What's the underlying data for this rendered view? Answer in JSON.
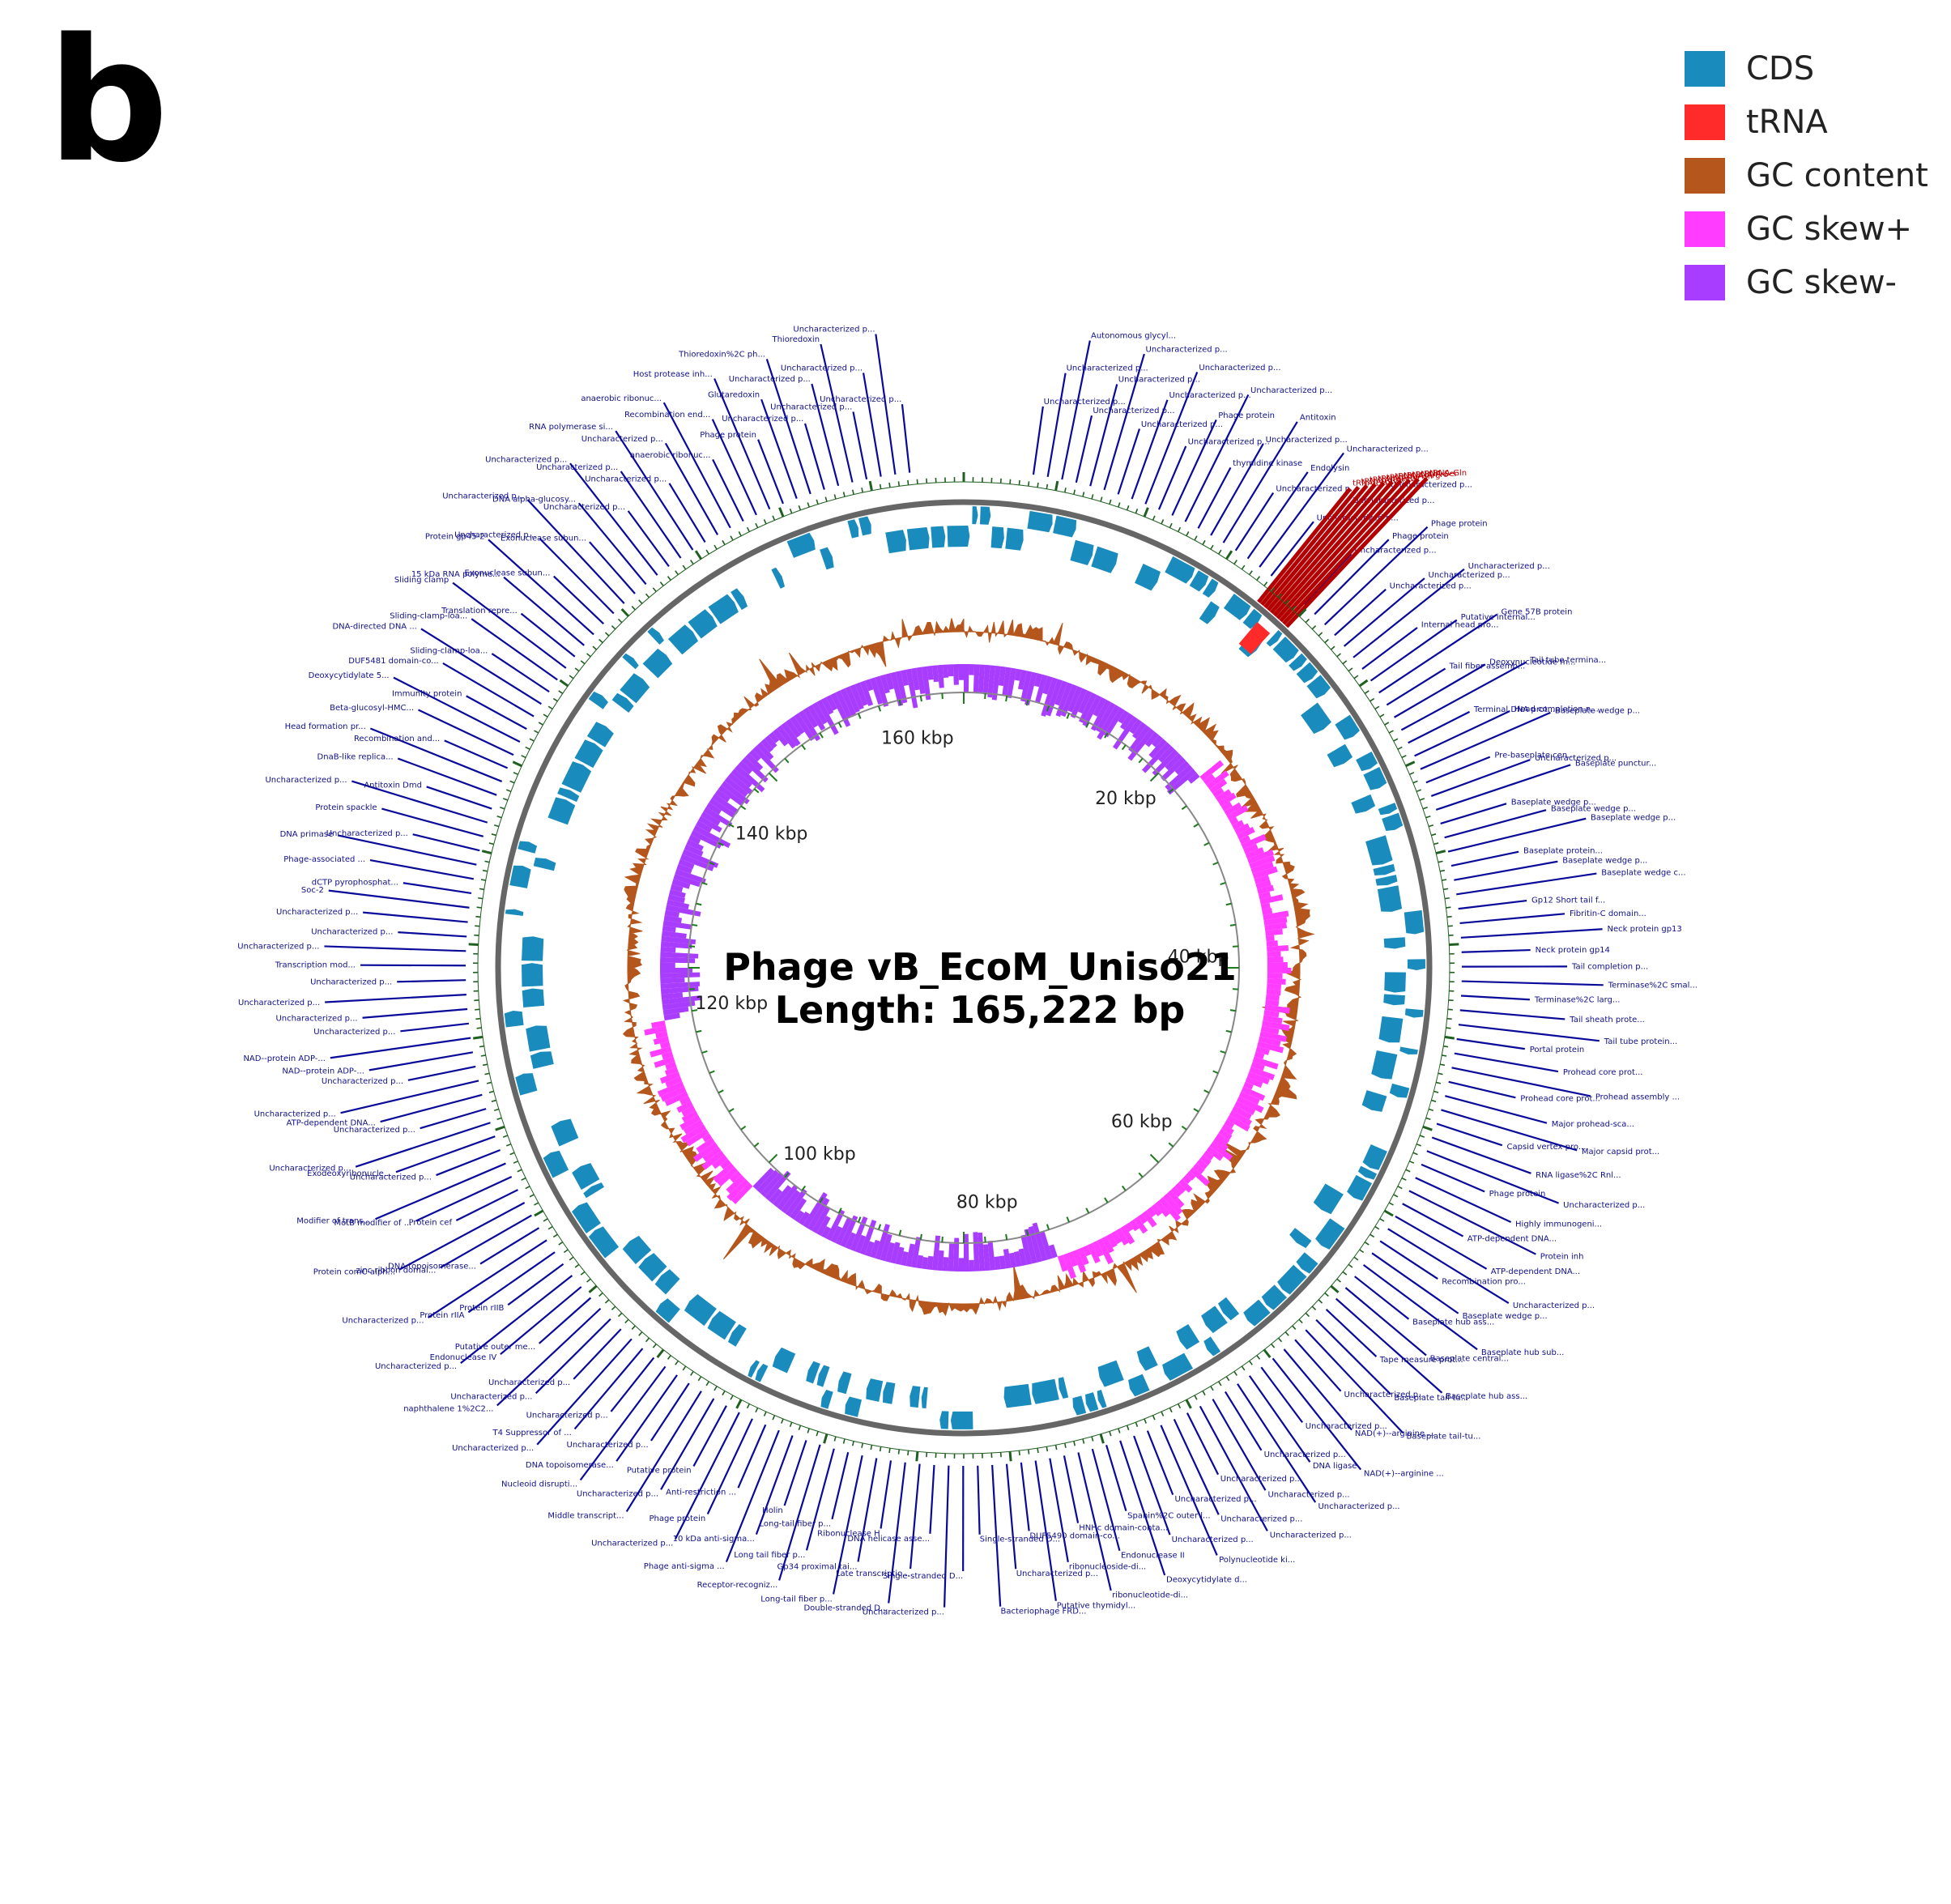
{
  "panel_letter": "b",
  "title": "Phage vB_EcoM_Uniso21",
  "length_label": "Length: 165,222 bp",
  "legend": [
    {
      "label": "CDS",
      "color": "#1a8bbd"
    },
    {
      "label": "tRNA",
      "color": "#ff2a2a"
    },
    {
      "label": "GC content",
      "color": "#b5561c"
    },
    {
      "label": "GC skew+",
      "color": "#ff3cff"
    },
    {
      "label": "GC skew-",
      "color": "#a83cff"
    }
  ],
  "colors": {
    "cds": "#1a8bbd",
    "trna": "#ff2a2a",
    "trna_label_band": "#b30000",
    "gc_content": "#b5561c",
    "gc_skew_plus": "#ff3cff",
    "gc_skew_minus": "#a83cff",
    "backbone": "#666666",
    "ticks": "#1f5f1f",
    "gene_lines": "#0a0a9a"
  },
  "genome_length_bp": 165222,
  "scale_labels": [
    "20 kbp",
    "40 kbp",
    "60 kbp",
    "80 kbp",
    "100 kbp",
    "120 kbp",
    "140 kbp",
    "160 kbp"
  ],
  "trna_labels": [
    "tRNA-Leu",
    "tRNA-Gly",
    "tRNA-Thr",
    "tRNA-Ile2",
    "tRNA-Tyr",
    "tRNA-Asn",
    "tRNA-Arg",
    "tRNA-Pro",
    "tRNA-Ser",
    "tRNA-Gln"
  ],
  "gene_labels": [
    "Uncharacterized p...",
    "Uncharacterized p...",
    "Autonomous glycyl...",
    "Uncharacterized p...",
    "Uncharacterized p...",
    "Uncharacterized p...",
    "Uncharacterized p...",
    "Uncharacterized p...",
    "Uncharacterized p...",
    "Uncharacterized p...",
    "Phage protein",
    "Uncharacterized p...",
    "thymidine kinase",
    "Uncharacterized p...",
    "Antitoxin",
    "Uncharacterized p...",
    "Endolysin",
    "Uncharacterized p...",
    "Uncharacterized p...",
    "Uncharacterized p...",
    "Uncharacterized p...",
    "Uncharacterized p...",
    "Phage protein",
    "Phage protein",
    "Uncharacterized p...",
    "Uncharacterized p...",
    "Uncharacterized p...",
    "Internal head pro...",
    "Putative internal...",
    "Gene 57B protein",
    "Tail fiber assemb...",
    "Deoxynucleotide m...",
    "Tail tube termina...",
    "Terminal DNA prot...",
    "Head completion n...",
    "Baseplate wedge p...",
    "Pre-baseplate cen...",
    "Uncharacterized p...",
    "Baseplate punctur...",
    "Baseplate wedge p...",
    "Baseplate wedge p...",
    "Baseplate wedge p...",
    "Baseplate protein...",
    "Baseplate wedge p...",
    "Baseplate wedge c...",
    "Gp12 Short tail f...",
    "Fibritin-C domain...",
    "Neck protein gp13",
    "Neck protein gp14",
    "Tail completion p...",
    "Terminase%2C smal...",
    "Terminase%2C larg...",
    "Tail sheath prote...",
    "Tail tube protein...",
    "Portal protein",
    "Prohead core prot...",
    "Prohead assembly ...",
    "Prohead core prot...",
    "Major prohead-sca...",
    "Major capsid prot...",
    "Capsid vertex pro...",
    "RNA ligase%2C Rnl...",
    "Uncharacterized p...",
    "Phage protein",
    "Highly immunogeni...",
    "Protein inh",
    "ATP-dependent DNA...",
    "ATP-dependent DNA...",
    "Uncharacterized p...",
    "Recombination pro...",
    "Baseplate wedge p...",
    "Baseplate hub sub...",
    "Baseplate hub ass...",
    "Baseplate central...",
    "Baseplate hub ass...",
    "Tape measure prot...",
    "Baseplate tail-tu...",
    "Baseplate tail-tu...",
    "Uncharacterized p...",
    "NAD(+)--arginine ...",
    "NAD(+)--arginine ...",
    "Uncharacterized p...",
    "DNA ligase",
    "Uncharacterized p...",
    "Uncharacterized p...",
    "Uncharacterized p...",
    "Uncharacterized p...",
    "Uncharacterized p...",
    "Uncharacterized p...",
    "Polynucleotide ki...",
    "Uncharacterized p...",
    "Uncharacterized p...",
    "Deoxycytidylate d...",
    "Spanin%2C outer l...",
    "Endonuclease II",
    "ribonucleotide-di...",
    "HNHc domain-conta...",
    "ribonucleoside-di...",
    "Putative thymidyl...",
    "DUF5490 domain-co...",
    "Uncharacterized p...",
    "Bacteriophage FRD...",
    "Single-stranded D...",
    "Single-stranded D...",
    "Uncharacterized p...",
    "DNA helicase asse...",
    "Late transcriptio...",
    "Double-stranded D...",
    "Ribonuclease H",
    "Gp34 proximal tai...",
    "Long-tail fiber p...",
    "Long-tail fiber p...",
    "Long tail fiber p...",
    "Receptor-recogniz...",
    "Holin",
    "10 kDa anti-sigma...",
    "Phage anti-sigma ...",
    "Anti-restriction ...",
    "Phage protein",
    "Uncharacterized p...",
    "Putative protein",
    "Uncharacterized p...",
    "Middle transcript...",
    "Uncharacterized p...",
    "DNA topoisomerase...",
    "Nucleoid disrupti...",
    "Uncharacterized p...",
    "T4 Suppressor of ...",
    "Uncharacterized p...",
    "Uncharacterized p...",
    "Uncharacterized p...",
    "naphthalene 1%2C2...",
    "Putative outer me...",
    "Endonuclease IV",
    "Uncharacterized p...",
    "Protein rIIB",
    "Protein rIIA",
    "Uncharacterized p...",
    "DNA topoisomerase...",
    "zinc ribbon domai...",
    "Protein comC-alph...",
    "Protein cef",
    "MotB modifier of ...",
    "Modifier of trans...",
    "Uncharacterized p...",
    "Exodeoxyribonucle...",
    "Uncharacterized p...",
    "Uncharacterized p...",
    "ATP-dependent DNA...",
    "Uncharacterized p...",
    "Uncharacterized p...",
    "NAD--protein ADP-...",
    "NAD--protein ADP-...",
    "Uncharacterized p...",
    "Uncharacterized p...",
    "Uncharacterized p...",
    "Uncharacterized p...",
    "Transcription mod...",
    "Uncharacterized p...",
    "Uncharacterized p...",
    "Uncharacterized p...",
    "Soc-2",
    "dCTP pyrophosphat...",
    "Phage-associated ...",
    "DNA primase",
    "Uncharacterized p...",
    "Protein spackle",
    "Uncharacterized p...",
    "Antitoxin Dmd",
    "DnaB-like replica...",
    "Head formation pr...",
    "Recombination and...",
    "Beta-glucosyl-HMC...",
    "Deoxycytidylate 5...",
    "Immunity protein",
    "DUF5481 domain-co...",
    "DNA-directed DNA ...",
    "Sliding-clamp-loa...",
    "Sliding-clamp-loa...",
    "Sliding clamp",
    "Translation repre...",
    "15 kDa RNA polyme...",
    "Protein gp45-2",
    "Exonuclease subun...",
    "Uncharacterized p...",
    "Uncharacterized p...",
    "Exonuclease subun...",
    "DNA alpha-glucosy...",
    "Uncharacterized p...",
    "Uncharacterized p...",
    "Uncharacterized p...",
    "RNA polymerase si...",
    "Uncharacterized p...",
    "Uncharacterized p...",
    "anaerobic ribonuc...",
    "anaerobic ribonuc...",
    "Recombination end...",
    "Host protease inh...",
    "Phage protein",
    "Glutaredoxin",
    "Thioredoxin%2C ph...",
    "Uncharacterized p...",
    "Uncharacterized p...",
    "Thioredoxin",
    "Uncharacterized p...",
    "Uncharacterized p...",
    "Uncharacterized p...",
    "Uncharacterized p..."
  ]
}
